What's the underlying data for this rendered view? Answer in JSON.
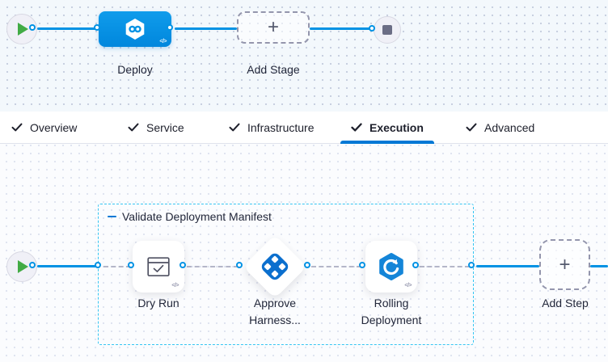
{
  "glyphs": {
    "code": "</>",
    "plus": "+"
  },
  "colors": {
    "accent_blue": "#0092e4",
    "primary_blue": "#0278d5",
    "group_border_cyan": "#35c5f2",
    "play_green": "#42ab45",
    "approval_icon_blue": "#0b6fce",
    "rolling_icon_blue": "#1485d8",
    "text_dark": "#22273a",
    "muted_gray": "#9496ad"
  },
  "stage_canvas": {
    "stage_label": "Deploy",
    "add_stage_label": "Add Stage"
  },
  "tabs": [
    {
      "label": "Overview",
      "checked": true,
      "active": false
    },
    {
      "label": "Service",
      "checked": true,
      "active": false
    },
    {
      "label": "Infrastructure",
      "checked": true,
      "active": false
    },
    {
      "label": "Execution",
      "checked": true,
      "active": true
    },
    {
      "label": "Advanced",
      "checked": true,
      "active": false
    }
  ],
  "execution_canvas": {
    "group_label": "Validate Deployment Manifest",
    "steps": [
      {
        "label": "Dry Run",
        "icon": "dry-run-icon"
      },
      {
        "label": "Approve Harness...",
        "icon": "harness-approval-icon"
      },
      {
        "label": "Rolling Deployment",
        "icon": "rolling-deployment-icon"
      }
    ],
    "add_step_label": "Add Step"
  }
}
